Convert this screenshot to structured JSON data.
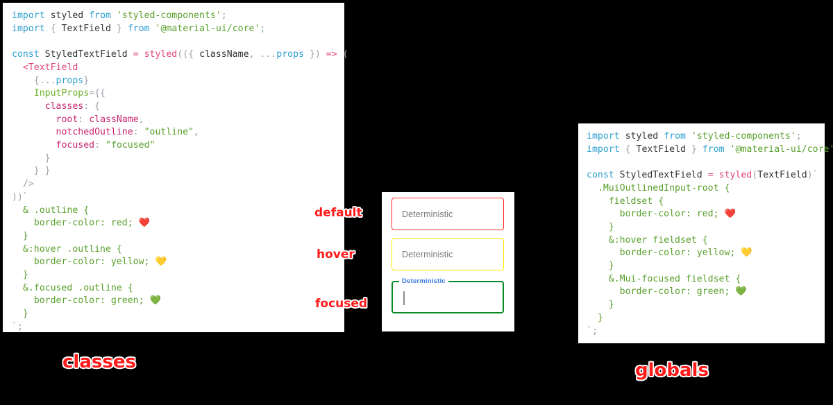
{
  "figure": {
    "background": "#000000",
    "annotation_color": "#ff1a1a",
    "captions": {
      "left": "classes",
      "right": "globals"
    },
    "state_labels": {
      "default": "default",
      "hover": "hover",
      "focused": "focused"
    }
  },
  "left_code": {
    "title": "classes",
    "lines": [
      "import styled from 'styled-components';",
      "import { TextField } from '@material-ui/core';",
      "",
      "const StyledTextField = styled(({ className, ...props }) => (",
      "  <TextField",
      "    {...props}",
      "    InputProps={{",
      "      classes: {",
      "        root: className,",
      "        notchedOutline: \"outline\",",
      "        focused: \"focused\"",
      "      }",
      "    } }",
      "  />",
      "))`",
      "  & .outline {",
      "    border-color: red; ❤️",
      "  }",
      "  &:hover .outline {",
      "    border-color: yellow; 💛",
      "  }",
      "  &.focused .outline {",
      "    border-color: green; 💚",
      "  }",
      "`;"
    ]
  },
  "right_code": {
    "title": "globals",
    "lines": [
      "import styled from 'styled-components';",
      "import { TextField } from '@material-ui/core';",
      "",
      "const StyledTextField = styled(TextField)`",
      "  .MuiOutlinedInput-root {",
      "    fieldset {",
      "      border-color: red; ❤️",
      "    }",
      "    &:hover fieldset {",
      "      border-color: yellow; 💛",
      "    }",
      "    &.Mui-focused fieldset {",
      "      border-color: green; 💚",
      "    }",
      "  }",
      "`;"
    ]
  },
  "demo": {
    "fields": [
      {
        "state": "default",
        "value": "Deterministic",
        "border_color": "#ff2d2d",
        "label_floating": false
      },
      {
        "state": "hover",
        "value": "Deterministic",
        "border_color": "#ffe600",
        "label_floating": false
      },
      {
        "state": "focused",
        "value": "",
        "floating_label": "Deterministic",
        "border_color": "#0a8a25",
        "label_color": "#3a7ae0",
        "label_floating": true
      }
    ]
  }
}
